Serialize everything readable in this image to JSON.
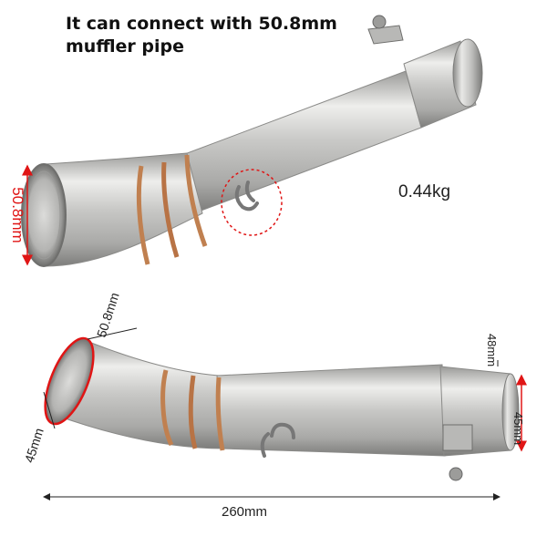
{
  "caption": {
    "line1": "It can connect with 50.8mm",
    "line2": "muffler pipe"
  },
  "weight_label": "0.44kg",
  "dimensions": {
    "top_inlet_diameter": "50.8mm",
    "bottom_inlet_diameter": "50.8mm",
    "bottom_inlet_side": "45mm",
    "outlet_outer": "48mm",
    "outlet_inner": "45mm",
    "total_length": "260mm"
  },
  "colors": {
    "accent_red": "#e01515",
    "steel_light": "#e6e6e4",
    "steel_dark": "#8c8c8a",
    "weld_copper": "#c08050"
  }
}
